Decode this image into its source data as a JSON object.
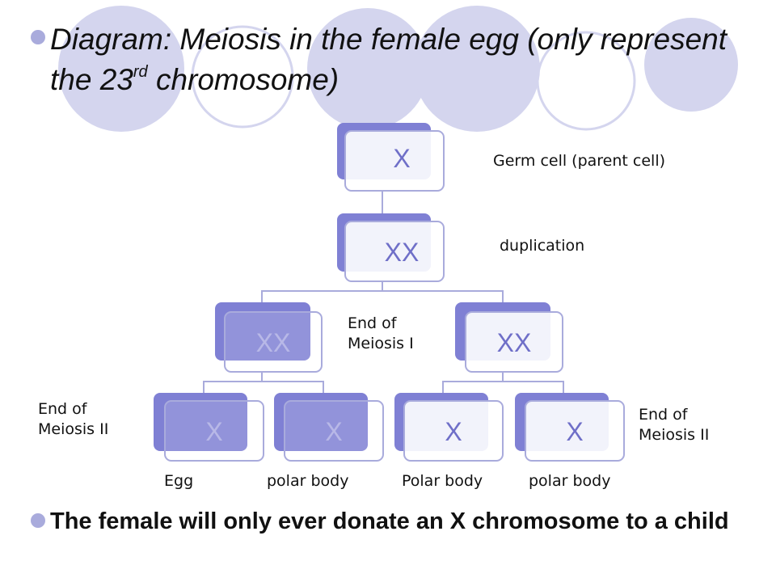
{
  "title": {
    "main": "Diagram: Meiosis in the female egg (only represent the 23",
    "superscript": "rd",
    "suffix": " chromosome)"
  },
  "bottom_bullet": "The female will only ever donate an X chromosome to a child",
  "nodes": {
    "germ": "X",
    "duplicated": "XX",
    "meiosis1_left": "XX",
    "meiosis1_right": "XX",
    "egg": "X",
    "polar1": "X",
    "polar2": "X",
    "polar3": "X"
  },
  "labels": {
    "germ_cell": "Germ cell (parent cell)",
    "duplication": "duplication",
    "end_meiosis_1": "End of\nMeiosis I",
    "end_meiosis_2_left": "End of\nMeiosis II",
    "end_meiosis_2_right": "End of\nMeiosis II",
    "egg": "Egg",
    "polar_body_1": "polar body",
    "polar_body_2": "Polar body",
    "polar_body_3": "polar body"
  },
  "colors": {
    "decor_fill": "#d4d5ee",
    "decor_stroke": "#c9cae8",
    "node_back": "#7f80d4",
    "node_border": "#a9abdc",
    "node_text": "#6f6fc8",
    "bullet": "#a9abdc"
  }
}
